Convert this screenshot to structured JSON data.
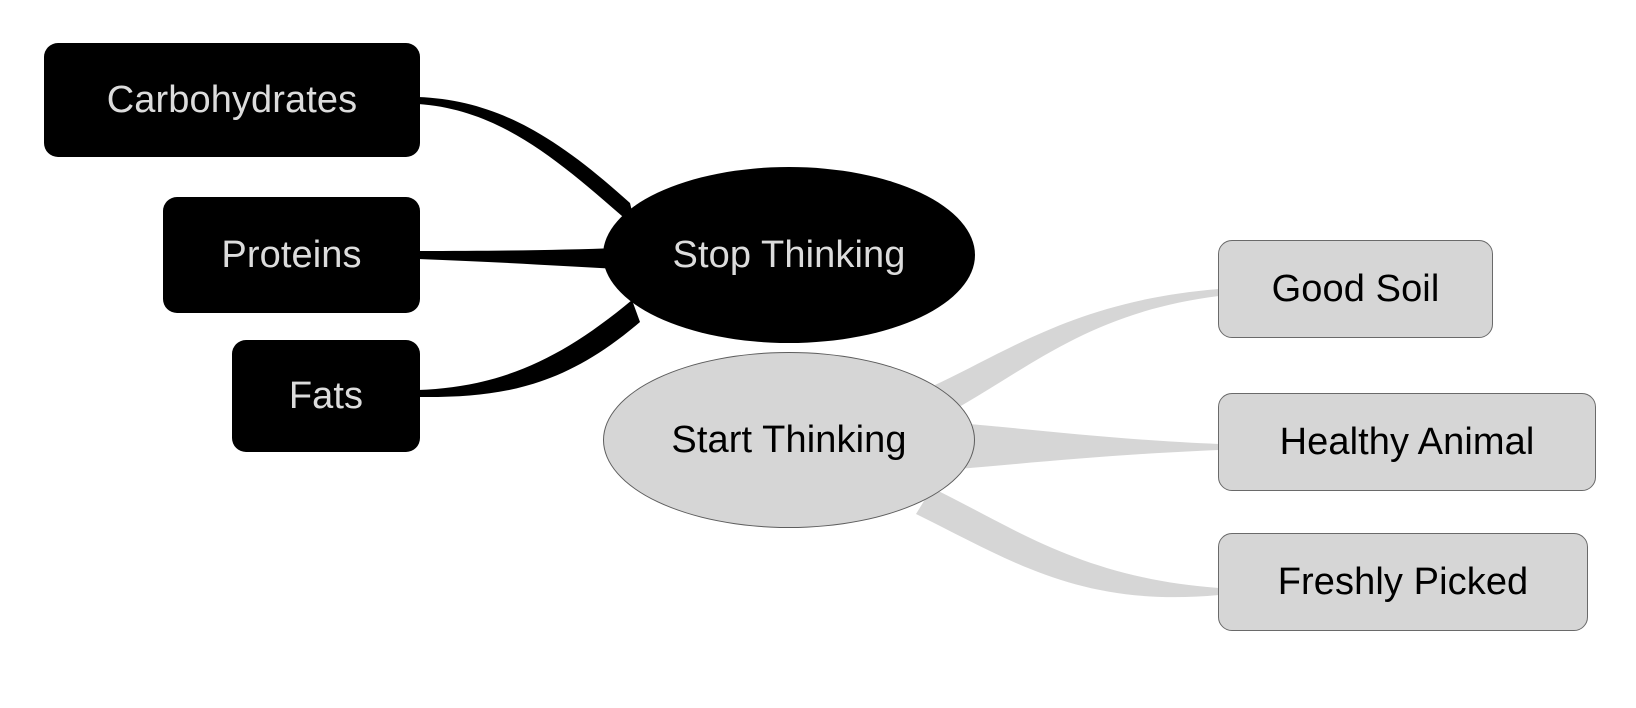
{
  "diagram": {
    "type": "mind-map",
    "background_color": "#ffffff",
    "palette": {
      "dark_fill": "#000000",
      "dark_text": "#dcdcdc",
      "light_fill": "#d6d6d6",
      "light_text": "#000000",
      "light_border": "#5d5d5d",
      "dark_edge": "#000000",
      "light_edge": "#d6d6d6"
    },
    "hubs": [
      {
        "id": "stop-thinking",
        "label": "Stop Thinking",
        "shape": "ellipse",
        "style": "dark",
        "side": "left"
      },
      {
        "id": "start-thinking",
        "label": "Start Thinking",
        "shape": "ellipse",
        "style": "light",
        "side": "right"
      }
    ],
    "leaves": [
      {
        "id": "carbohydrates",
        "label": "Carbohydrates",
        "shape": "rounded-rect",
        "style": "dark",
        "hub": "stop-thinking"
      },
      {
        "id": "proteins",
        "label": "Proteins",
        "shape": "rounded-rect",
        "style": "dark",
        "hub": "stop-thinking"
      },
      {
        "id": "fats",
        "label": "Fats",
        "shape": "rounded-rect",
        "style": "dark",
        "hub": "stop-thinking"
      },
      {
        "id": "good-soil",
        "label": "Good Soil",
        "shape": "rounded-rect",
        "style": "light",
        "hub": "start-thinking"
      },
      {
        "id": "healthy-animal",
        "label": "Healthy Animal",
        "shape": "rounded-rect",
        "style": "light",
        "hub": "start-thinking"
      },
      {
        "id": "freshly-picked",
        "label": "Freshly Picked",
        "shape": "rounded-rect",
        "style": "light",
        "hub": "start-thinking"
      }
    ],
    "edges": [
      {
        "from": "carbohydrates",
        "to": "stop-thinking",
        "color": "#000000"
      },
      {
        "from": "proteins",
        "to": "stop-thinking",
        "color": "#000000"
      },
      {
        "from": "fats",
        "to": "stop-thinking",
        "color": "#000000"
      },
      {
        "from": "start-thinking",
        "to": "good-soil",
        "color": "#d6d6d6"
      },
      {
        "from": "start-thinking",
        "to": "healthy-animal",
        "color": "#d6d6d6"
      },
      {
        "from": "start-thinking",
        "to": "freshly-picked",
        "color": "#d6d6d6"
      }
    ]
  }
}
